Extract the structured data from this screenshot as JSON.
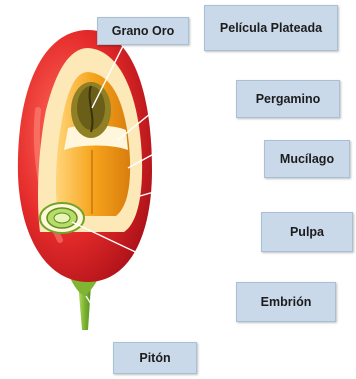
{
  "labels": {
    "grano_oro": "Grano Oro",
    "pelicula_plateada": "Película Plateada",
    "pergamino": "Pergamino",
    "mucilago": "Mucílago",
    "pulpa": "Pulpa",
    "embrion": "Embrión",
    "piton": "Pitón"
  },
  "colors": {
    "pulpa": "#d8202a",
    "mucilago": "#fbe7b5",
    "pergamino": "#f5a51f",
    "grano_oro": "#9b8a2a",
    "embrion": "#8dc63f",
    "piton": "#78b52f",
    "label_bg": "#c9d9ea"
  }
}
